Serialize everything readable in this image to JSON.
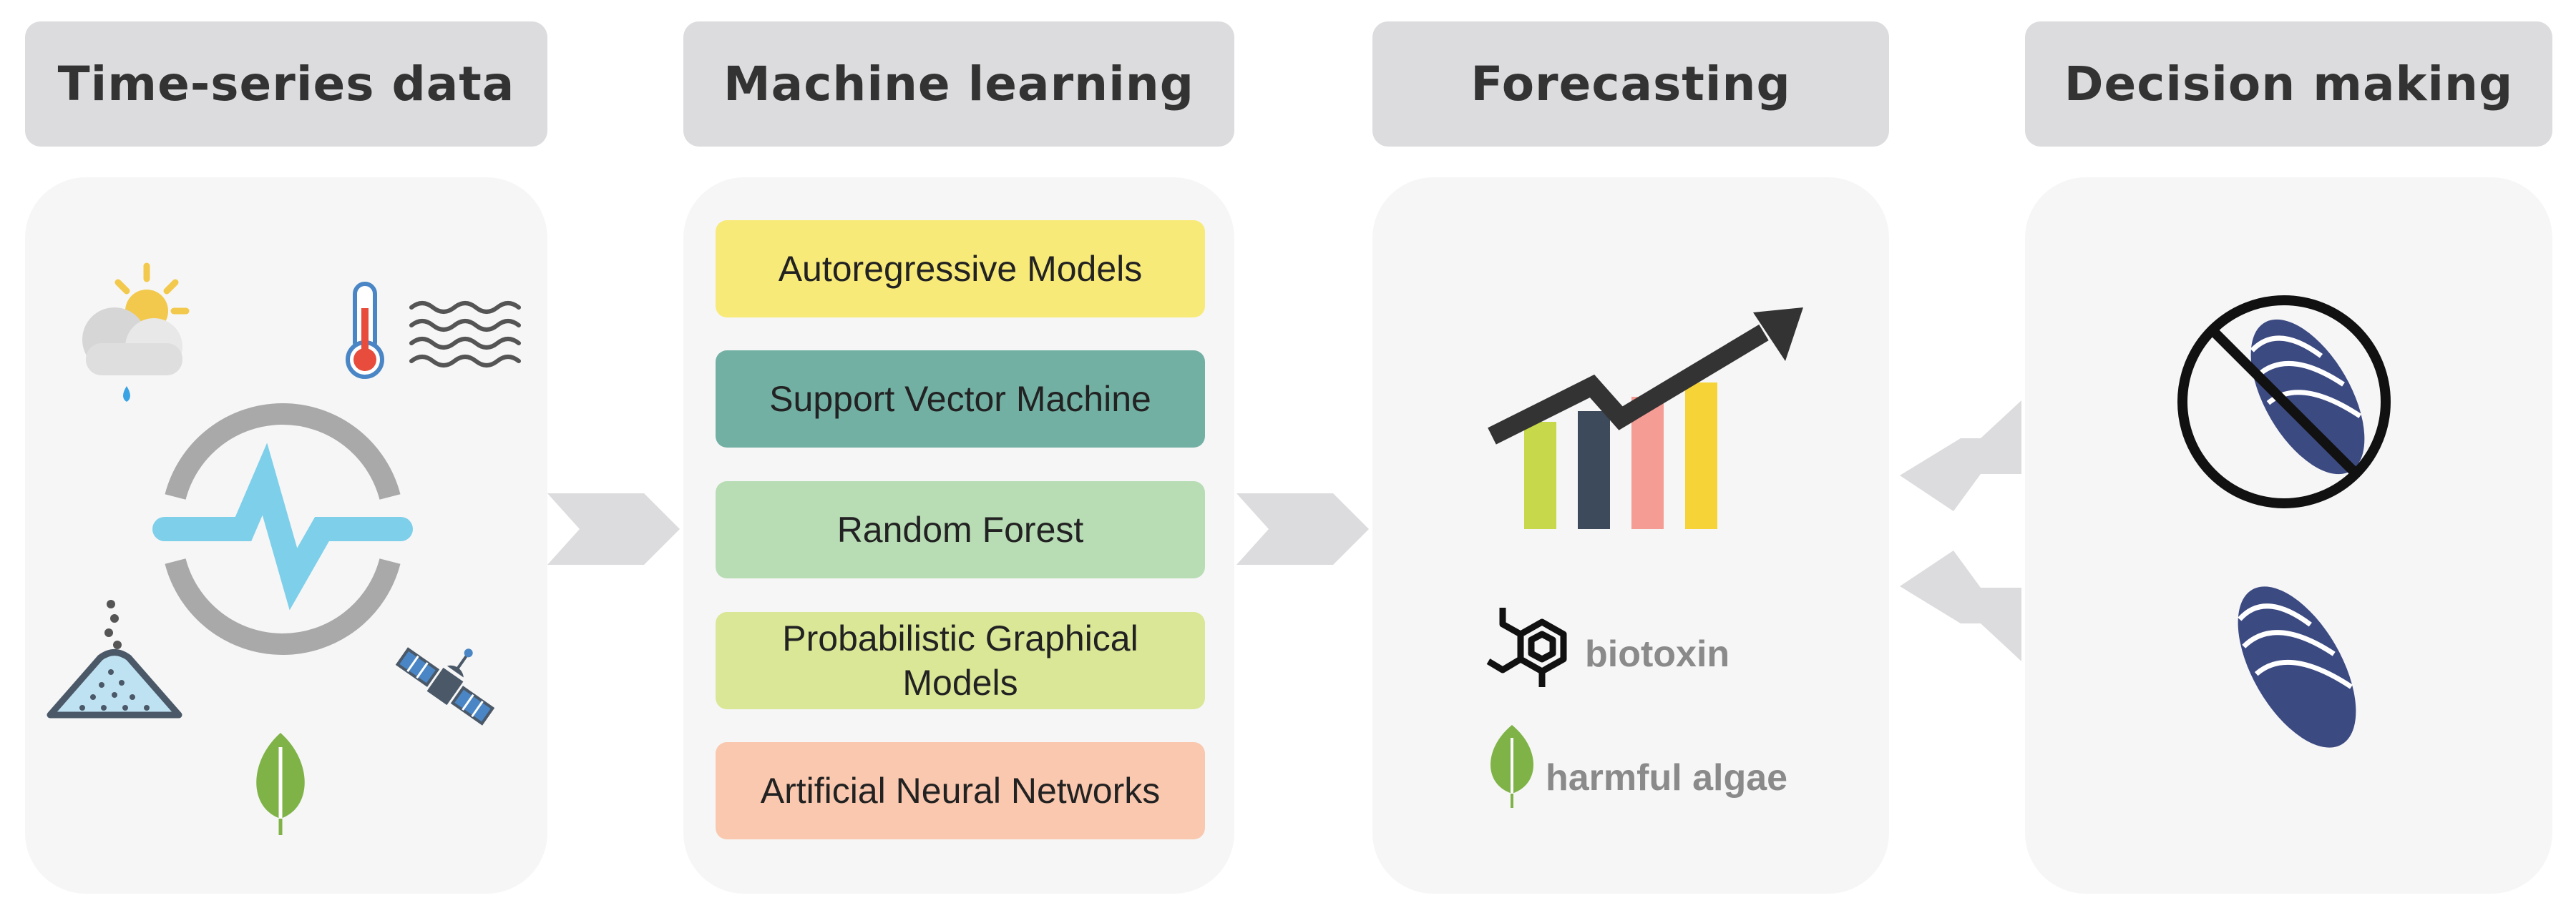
{
  "stages": [
    {
      "title": "Time-series data"
    },
    {
      "title": "Machine learning"
    },
    {
      "title": "Forecasting"
    },
    {
      "title": "Decision making"
    }
  ],
  "models": [
    {
      "label": "Autoregressive Models",
      "color": "#f8ea78"
    },
    {
      "label": "Support Vector Machine",
      "color": "#73b0a4"
    },
    {
      "label": "Random Forest",
      "color": "#b8ddb5"
    },
    {
      "label": "Probabilistic Graphical Models",
      "color": "#d9e796"
    },
    {
      "label": "Artificial Neural Networks",
      "color": "#f9c8ae"
    }
  ],
  "forecast": {
    "bar_colors": [
      "#c7d94a",
      "#3d4a5c",
      "#f59c94",
      "#f6d437"
    ],
    "targets": [
      {
        "label": "biotoxin",
        "icon": "molecule-icon"
      },
      {
        "label": "harmful algae",
        "icon": "leaf-icon"
      }
    ]
  },
  "decision": {
    "icons": [
      "prohibited-mussel-icon",
      "mussel-icon"
    ]
  },
  "colors": {
    "header_bg": "#dcdcde",
    "panel_bg": "#f6f6f6",
    "arrow": "#dcdcde",
    "signal_blue": "#7dcfea",
    "ring_gray": "#a9a9a9",
    "mussel": "#3c4a82",
    "leaf": "#7fb347"
  }
}
